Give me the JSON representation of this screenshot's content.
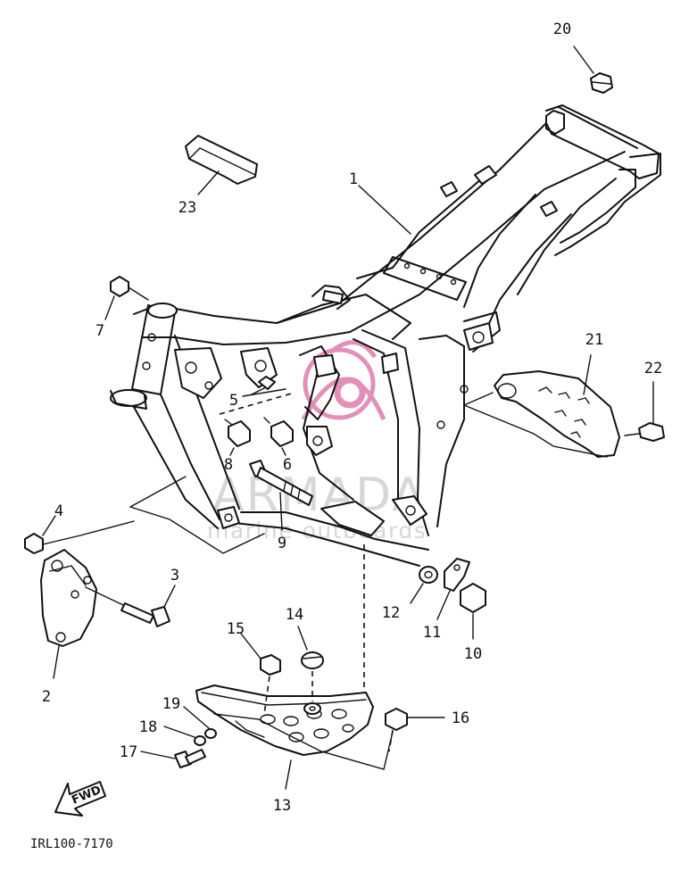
{
  "diagram_code": "IRL100-7170",
  "fwd_label": "FWD",
  "watermark": {
    "brand": "ARMADA",
    "tagline": "marine outboards",
    "brand_color": "#e38fb9"
  },
  "callouts": [
    {
      "id": "1",
      "label": "1"
    },
    {
      "id": "2",
      "label": "2"
    },
    {
      "id": "3",
      "label": "3"
    },
    {
      "id": "4",
      "label": "4"
    },
    {
      "id": "5",
      "label": "5"
    },
    {
      "id": "6",
      "label": "6"
    },
    {
      "id": "7",
      "label": "7"
    },
    {
      "id": "8",
      "label": "8"
    },
    {
      "id": "9",
      "label": "9"
    },
    {
      "id": "10",
      "label": "10"
    },
    {
      "id": "11",
      "label": "11"
    },
    {
      "id": "12",
      "label": "12"
    },
    {
      "id": "13",
      "label": "13"
    },
    {
      "id": "14",
      "label": "14"
    },
    {
      "id": "15",
      "label": "15"
    },
    {
      "id": "16",
      "label": "16"
    },
    {
      "id": "17",
      "label": "17"
    },
    {
      "id": "18",
      "label": "18"
    },
    {
      "id": "19",
      "label": "19"
    },
    {
      "id": "20",
      "label": "20"
    },
    {
      "id": "21",
      "label": "21"
    },
    {
      "id": "22",
      "label": "22"
    },
    {
      "id": "23",
      "label": "23"
    }
  ]
}
